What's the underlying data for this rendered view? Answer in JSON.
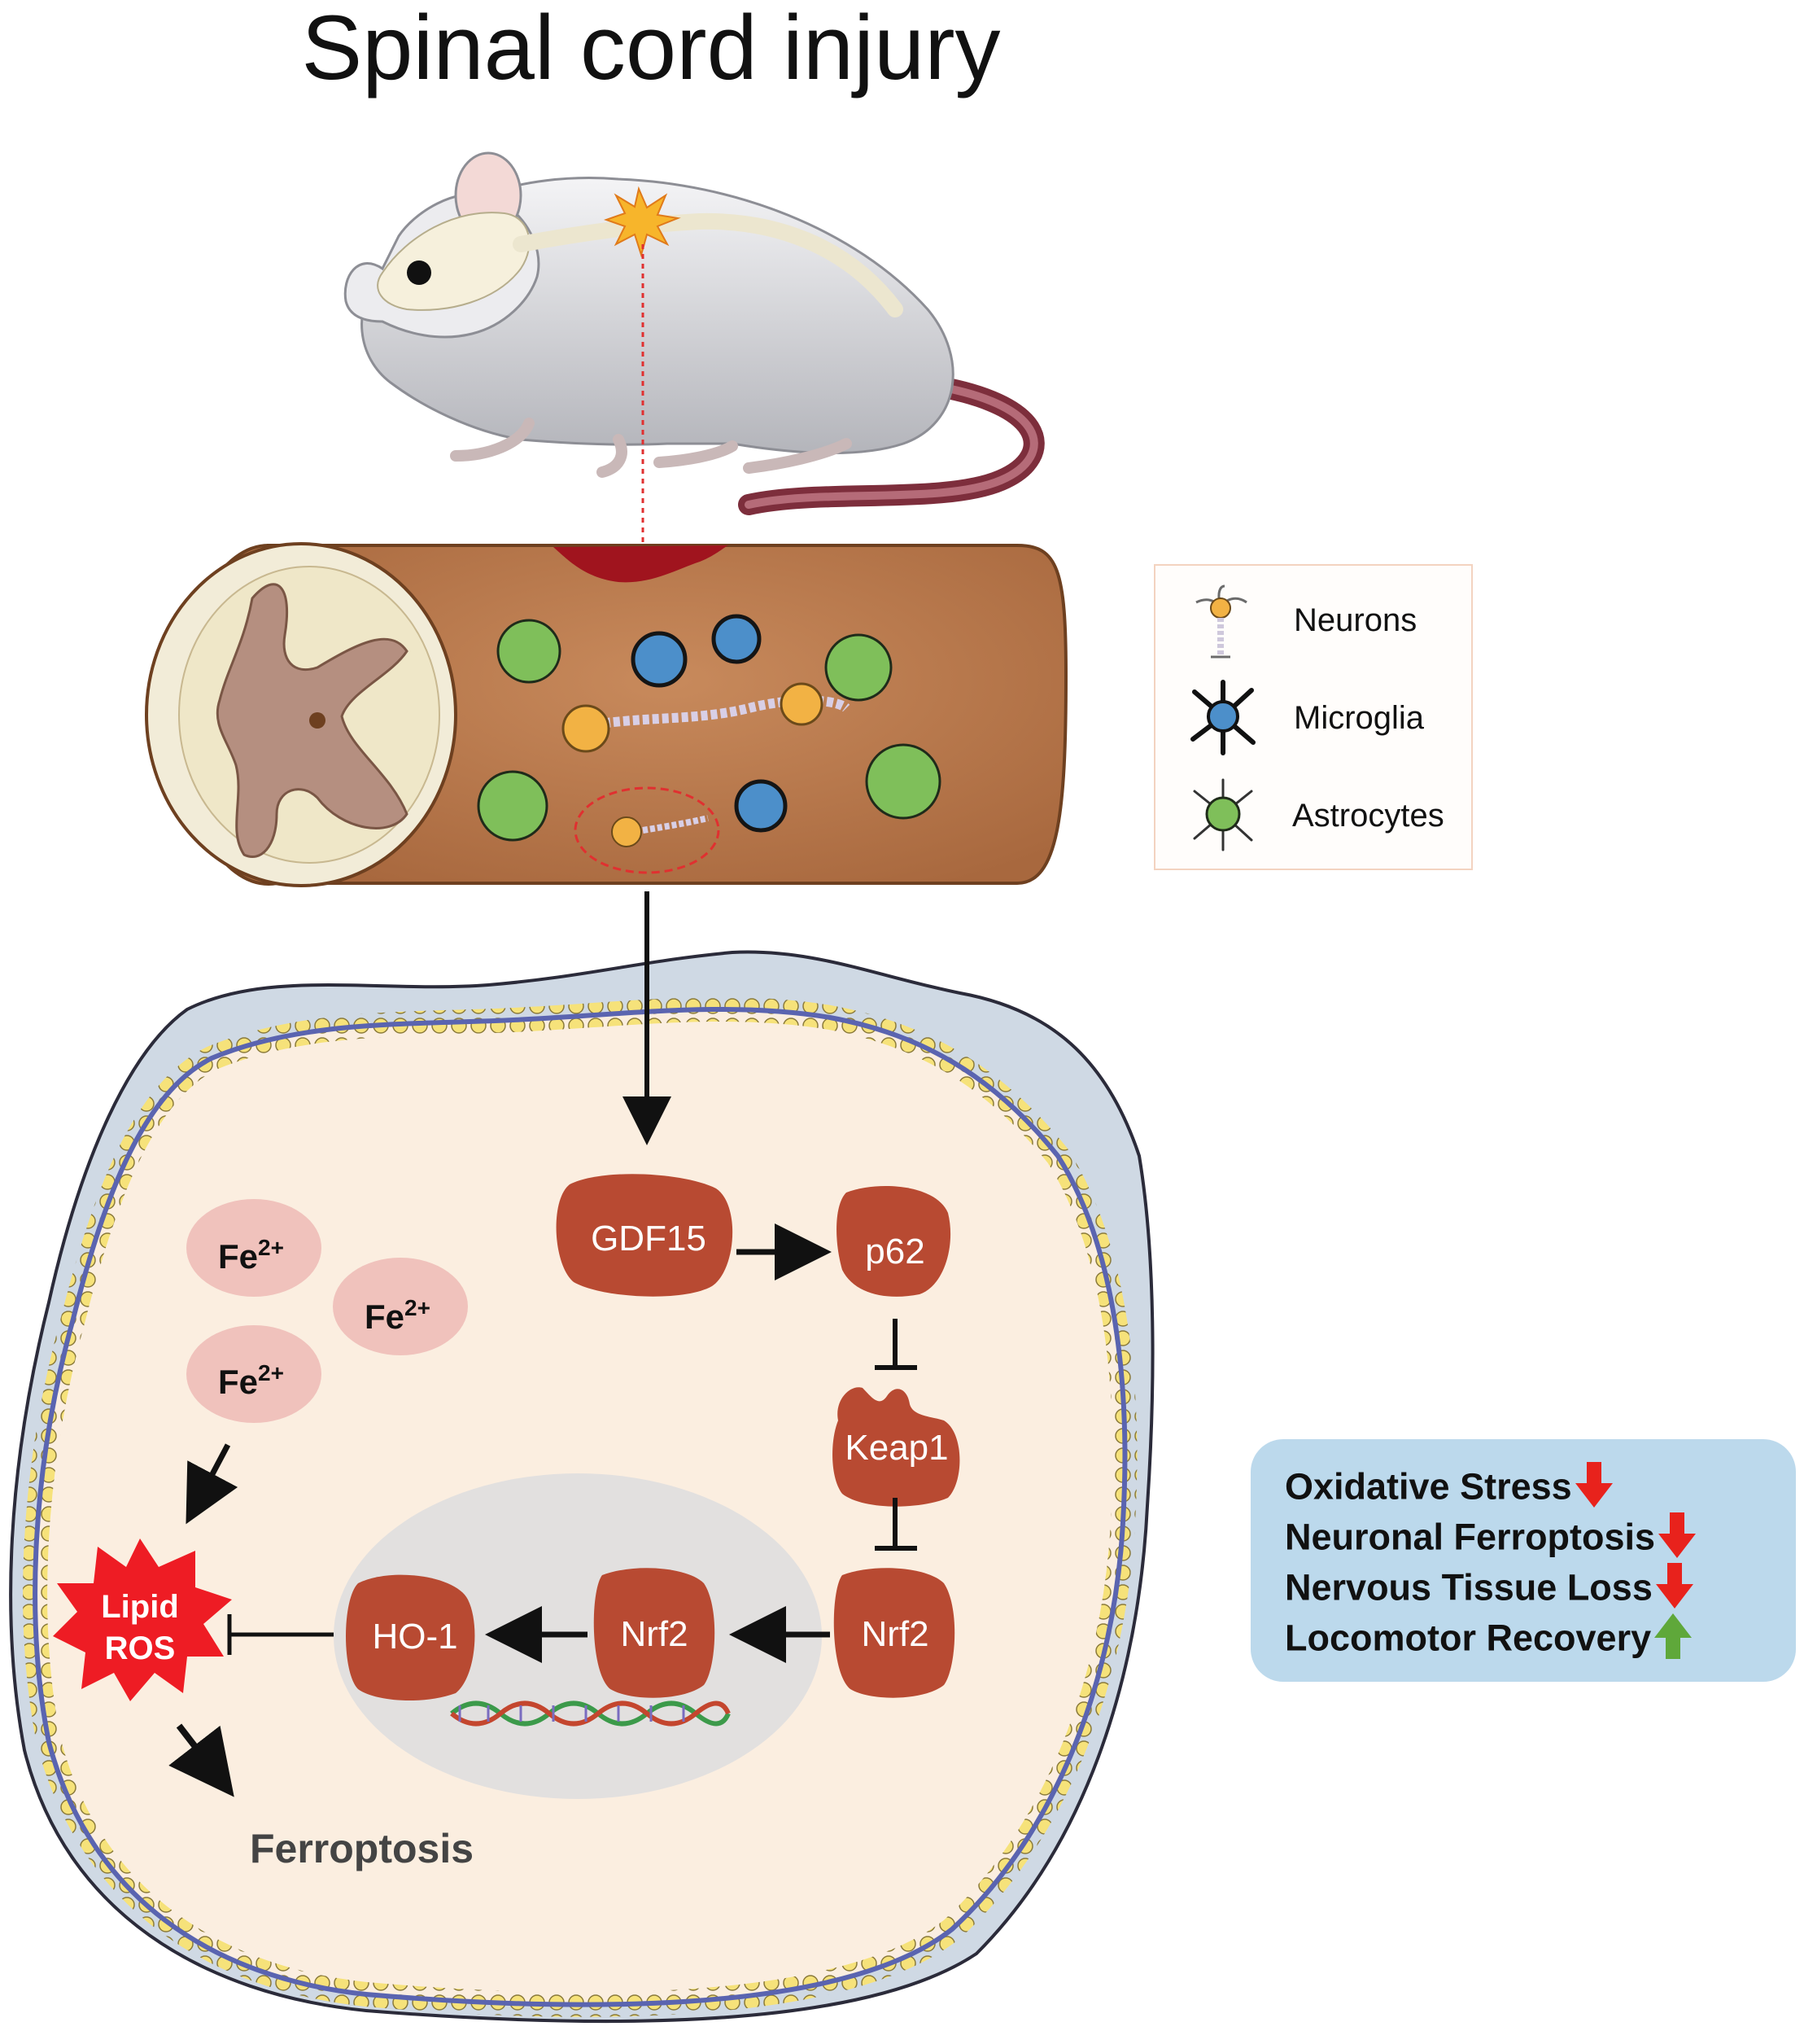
{
  "title": "Spinal cord injury",
  "legend": {
    "items": [
      {
        "label": "Neurons",
        "icon": "neuron-icon"
      },
      {
        "label": "Microglia",
        "icon": "microglia-icon"
      },
      {
        "label": "Astrocytes",
        "icon": "astrocyte-icon"
      }
    ]
  },
  "pathway": {
    "gdf15": "GDF15",
    "p62": "p62",
    "keap1": "Keap1",
    "nrf2_cytoplasm": "Nrf2",
    "nrf2_nucleus": "Nrf2",
    "ho1": "HO-1",
    "fe": "Fe",
    "fe_charge": "2+",
    "lipid": "Lipid",
    "ros": "ROS",
    "ferroptosis": "Ferroptosis"
  },
  "outcomes": [
    {
      "label": "Oxidative Stress",
      "direction": "down",
      "color": "#e8221c"
    },
    {
      "label": "Neuronal Ferroptosis",
      "direction": "down",
      "color": "#e8221c"
    },
    {
      "label": "Nervous Tissue Loss",
      "direction": "down",
      "color": "#e8221c"
    },
    {
      "label": "Locomotor Recovery",
      "direction": "up",
      "color": "#5fa83a"
    }
  ],
  "colors": {
    "protein": "#b84a32",
    "iron": "#f0c2bc",
    "ros_star": "#ee1c24",
    "outcome_box": "#bcd9ec",
    "cell_interior": "#fbeee0"
  }
}
